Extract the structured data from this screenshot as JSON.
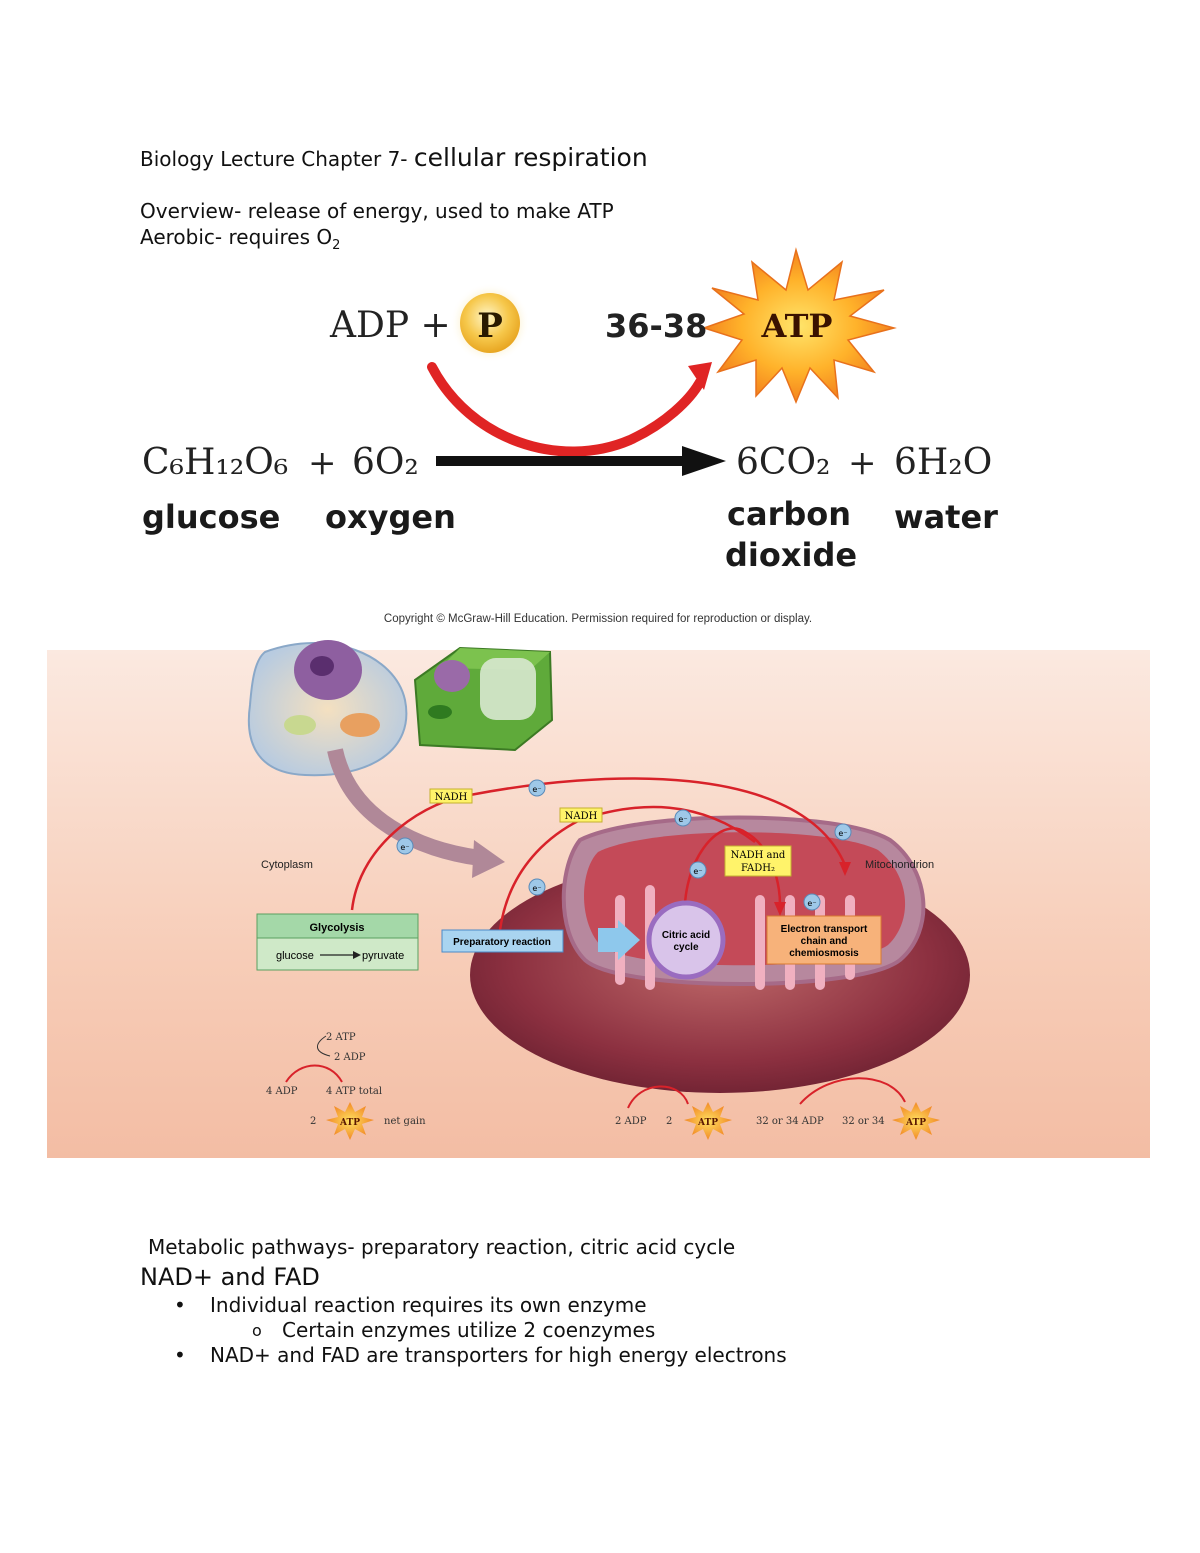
{
  "heading": {
    "prefix": "Biology Lecture Chapter 7-",
    "topic": "cellular respiration"
  },
  "overview": "Overview- release of energy, used to make ATP",
  "aerobic": {
    "text": "Aerobic- requires O",
    "sub": "2"
  },
  "equation": {
    "adp": "ADP +",
    "p": "P",
    "yield": "36-38",
    "atp": "ATP",
    "glucose_formula": "C₆H₁₂O₆",
    "plus1": "+",
    "oxygen_formula": "6O₂",
    "co2_formula": "6CO₂",
    "plus2": "+",
    "water_formula": "6H₂O",
    "glucose": "glucose",
    "oxygen": "oxygen",
    "carbon": "carbon",
    "dioxide": "dioxide",
    "water": "water"
  },
  "figure": {
    "copyright": "Copyright © McGraw-Hill Education. Permission required for reproduction or display.",
    "cytoplasm": "Cytoplasm",
    "mitochondrion": "Mitochondrion",
    "nadh1": "NADH",
    "nadh2": "NADH",
    "nadh_fadh_1": "NADH and",
    "nadh_fadh_2": "FADH₂",
    "electron": "e⁻",
    "glycolysis": "Glycolysis",
    "glucose": "glucose",
    "pyruvate": "pyruvate",
    "prep": "Preparatory reaction",
    "citric1": "Citric acid",
    "citric2": "cycle",
    "etc1": "Electron transport",
    "etc2": "chain and",
    "etc3": "chemiosmosis",
    "two_atp": "2 ATP",
    "two_adp": "2 ADP",
    "four_adp": "4 ADP",
    "four_atp_total": "4 ATP total",
    "two_a": "2",
    "atp": "ATP",
    "net_gain": "net gain",
    "two_adp_b": "2 ADP",
    "two_b": "2",
    "adp_32_34": "32 or 34 ADP",
    "n_32_34": "32 or 34"
  },
  "notes": {
    "pathways": "Metabolic pathways- preparatory reaction, citric acid cycle",
    "heading": "NAD+ and FAD",
    "bullet_char": "•",
    "sub_char": "o",
    "items": [
      "Individual reaction requires its own enzyme",
      "Certain enzymes utilize 2 coenzymes",
      "NAD+ and FAD are transporters for high energy electrons"
    ]
  }
}
